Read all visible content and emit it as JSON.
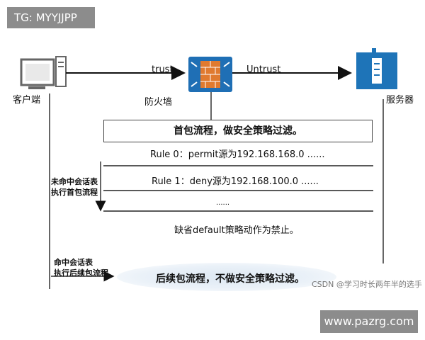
{
  "watermark_top": "TG: MYYJJPP",
  "watermark_bottom": "www.pazrg.com",
  "client_label": "客户端",
  "firewall_label": "防火墙",
  "server_label": "服务器",
  "trust_label": "trust",
  "untrust_label": "Untrust",
  "first_packet_box": "首包流程，做安全策略过滤。",
  "rules": [
    "Rule 0：permit源为192.168.168.0 ......",
    "Rule 1：deny源为192.168.100.0 ......",
    "......"
  ],
  "miss_label_line1": "未命中会话表",
  "miss_label_line2": "执行首包流程",
  "default_rule": "缺省default策略动作为禁止。",
  "hit_label_line1": "命中会话表",
  "hit_label_line2": "执行后续包流程",
  "subsequent_text": "后续包流程，不做安全策略过滤。",
  "csdn_watermark": "CSDN @学习时长两年半的选手",
  "colors": {
    "firewall_blue": "#1f6fb5",
    "brick": "#e07a2f",
    "server_blue": "#1e74b8"
  }
}
